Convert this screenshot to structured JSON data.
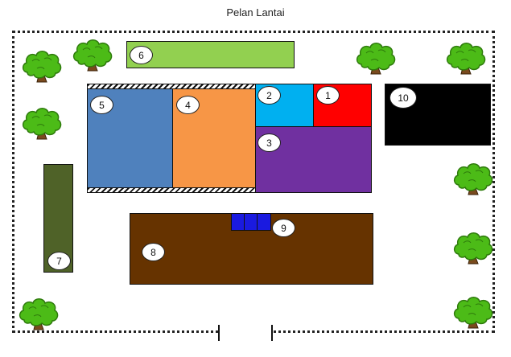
{
  "title": "Pelan Lantai",
  "colors": {
    "zone1": "#ff0000",
    "zone2": "#00b0f0",
    "zone3": "#7030a0",
    "zone4": "#f79646",
    "zone5": "#4f81bd",
    "zone6": "#92d050",
    "zone7": "#4f6228",
    "zone8": "#663300",
    "zone9": "#1a1ae0",
    "zone10": "#000000",
    "tree": "#4cbb17"
  },
  "zones": {
    "z1": {
      "label": "1"
    },
    "z2": {
      "label": "2"
    },
    "z3": {
      "label": "3"
    },
    "z4": {
      "label": "4"
    },
    "z5": {
      "label": "5"
    },
    "z6": {
      "label": "6"
    },
    "z7": {
      "label": "7"
    },
    "z8": {
      "label": "8"
    },
    "z9": {
      "label": "9"
    },
    "z10": {
      "label": "10"
    }
  },
  "icons": {
    "tree": "tree-icon"
  }
}
